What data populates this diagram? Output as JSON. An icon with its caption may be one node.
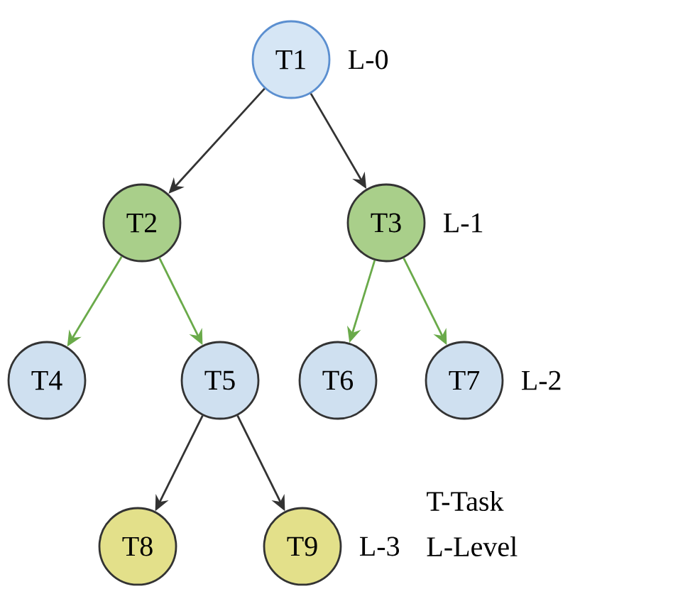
{
  "diagram": {
    "nodes": [
      {
        "text": [
          "T1"
        ],
        "beside": [
          "L-0"
        ]
      },
      {
        "text": [
          "T2"
        ]
      },
      {
        "text": [
          "T3"
        ],
        "beside": [
          "L-1"
        ]
      },
      {
        "text": [
          "T4"
        ]
      },
      {
        "text": [
          "T5"
        ]
      },
      {
        "text": [
          "T6"
        ]
      },
      {
        "text": [
          "T7"
        ],
        "beside": [
          "L-2"
        ]
      },
      {
        "text": [
          "T8"
        ]
      },
      {
        "text": [
          "T9"
        ],
        "beside": [
          "L-3"
        ]
      }
    ],
    "edges": [
      {
        "from": 0,
        "to": 1,
        "arrow": "to"
      },
      {
        "from": 0,
        "to": 2,
        "arrow": "to"
      },
      {
        "from": 1,
        "to": 3,
        "arrow": "to",
        "color": "#6aaa4a"
      },
      {
        "from": 1,
        "to": 4,
        "arrow": "to",
        "color": "#6aaa4a"
      },
      {
        "from": 2,
        "to": 5,
        "arrow": "to",
        "color": "#6aaa4a"
      },
      {
        "from": 2,
        "to": 6,
        "arrow": "to",
        "color": "#6aaa4a"
      },
      {
        "from": 4,
        "to": 7,
        "arrow": "to"
      },
      {
        "from": 4,
        "to": 8,
        "arrow": "to"
      }
    ],
    "labels": [
      "T-Task",
      "L-Level"
    ]
  }
}
